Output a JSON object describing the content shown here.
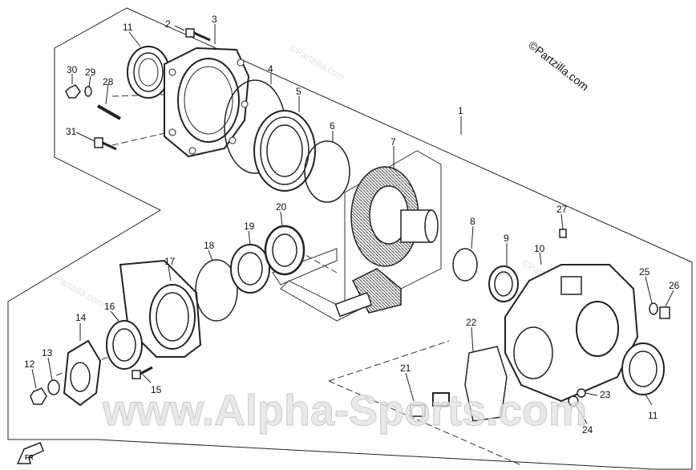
{
  "watermarks": {
    "main": "www.Alpha-Sports.com",
    "copyright": "©Partzilla.com",
    "faint": "©Partzilla.com"
  },
  "callouts": [
    {
      "id": "c1",
      "label": "1"
    },
    {
      "id": "c2",
      "label": "2"
    },
    {
      "id": "c3",
      "label": "3"
    },
    {
      "id": "c4",
      "label": "4"
    },
    {
      "id": "c5",
      "label": "5"
    },
    {
      "id": "c6",
      "label": "6"
    },
    {
      "id": "c7",
      "label": "7"
    },
    {
      "id": "c8",
      "label": "8"
    },
    {
      "id": "c9",
      "label": "9"
    },
    {
      "id": "c10",
      "label": "10"
    },
    {
      "id": "c11a",
      "label": "11"
    },
    {
      "id": "c11b",
      "label": "11"
    },
    {
      "id": "c12",
      "label": "12"
    },
    {
      "id": "c13",
      "label": "13"
    },
    {
      "id": "c14",
      "label": "14"
    },
    {
      "id": "c15",
      "label": "15"
    },
    {
      "id": "c16",
      "label": "16"
    },
    {
      "id": "c17",
      "label": "17"
    },
    {
      "id": "c18",
      "label": "18"
    },
    {
      "id": "c19",
      "label": "19"
    },
    {
      "id": "c20",
      "label": "20"
    },
    {
      "id": "c21",
      "label": "21"
    },
    {
      "id": "c22",
      "label": "22"
    },
    {
      "id": "c23",
      "label": "23"
    },
    {
      "id": "c24",
      "label": "24"
    },
    {
      "id": "c25",
      "label": "25"
    },
    {
      "id": "c26",
      "label": "26"
    },
    {
      "id": "c27",
      "label": "27"
    },
    {
      "id": "c28",
      "label": "28"
    },
    {
      "id": "c29",
      "label": "29"
    },
    {
      "id": "c30",
      "label": "30"
    },
    {
      "id": "c31",
      "label": "31"
    }
  ],
  "direction_label": "FR"
}
